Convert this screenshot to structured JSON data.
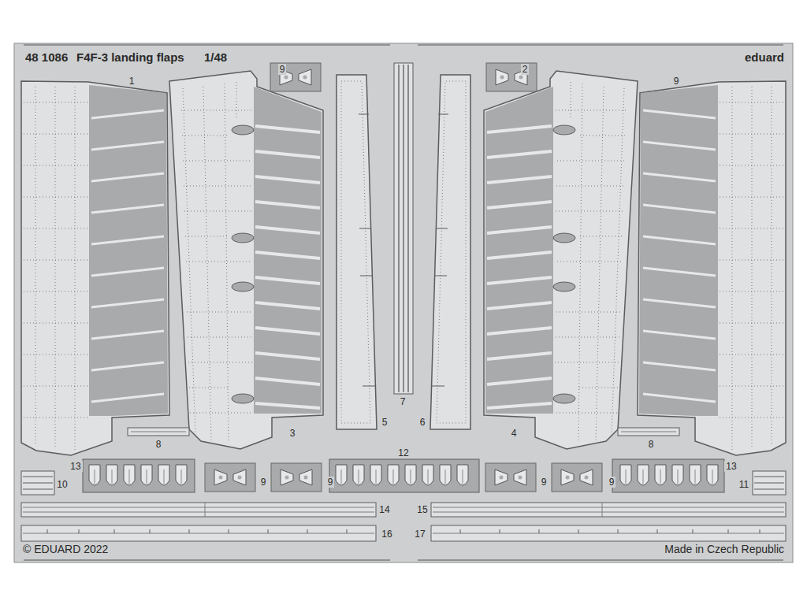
{
  "diagram": {
    "labels": [
      "48 1086",
      "F4F-3 landing flaps",
      "1/48",
      "eduard",
      "1",
      "9",
      "9",
      "2",
      "3",
      "5",
      "7",
      "6",
      "4",
      "8",
      "8",
      "13",
      "12",
      "13",
      "10",
      "9",
      "9",
      "9",
      "9",
      "11",
      "14",
      "15",
      "16",
      "17",
      "© EDUARD 2022",
      "Made in Czech Republic"
    ]
  }
}
